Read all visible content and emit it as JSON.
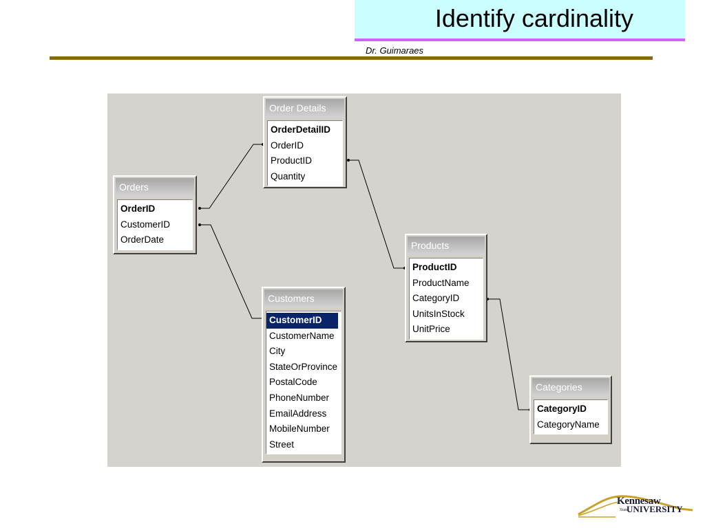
{
  "slide": {
    "title": "Identify cardinality",
    "author": "Dr. Guimaraes",
    "colors": {
      "title_box": "#ccffff",
      "title_underline": "#cc66ff",
      "rule": "#8b6914",
      "diagram_bg": "#d6d3ce",
      "selected_field": "#0a246a"
    }
  },
  "tables": {
    "order_details": {
      "title": "Order Details",
      "fields": [
        "OrderDetailID",
        "OrderID",
        "ProductID",
        "Quantity"
      ]
    },
    "orders": {
      "title": "Orders",
      "fields": [
        "OrderID",
        "CustomerID",
        "OrderDate"
      ]
    },
    "products": {
      "title": "Products",
      "fields": [
        "ProductID",
        "ProductName",
        "CategoryID",
        "UnitsInStock",
        "UnitPrice"
      ]
    },
    "customers": {
      "title": "Customers",
      "fields": [
        "CustomerID",
        "CustomerName",
        "City",
        "StateOrProvince",
        "PostalCode",
        "PhoneNumber",
        "EmailAddress",
        "MobileNumber",
        "Street"
      ]
    },
    "categories": {
      "title": "Categories",
      "fields": [
        "CategoryID",
        "CategoryName"
      ]
    }
  },
  "logo": {
    "line1": "Kennesaw",
    "line2": "State",
    "line3": "UNIVERSITY",
    "icon": "kennesaw-mountain-logo-icon"
  }
}
